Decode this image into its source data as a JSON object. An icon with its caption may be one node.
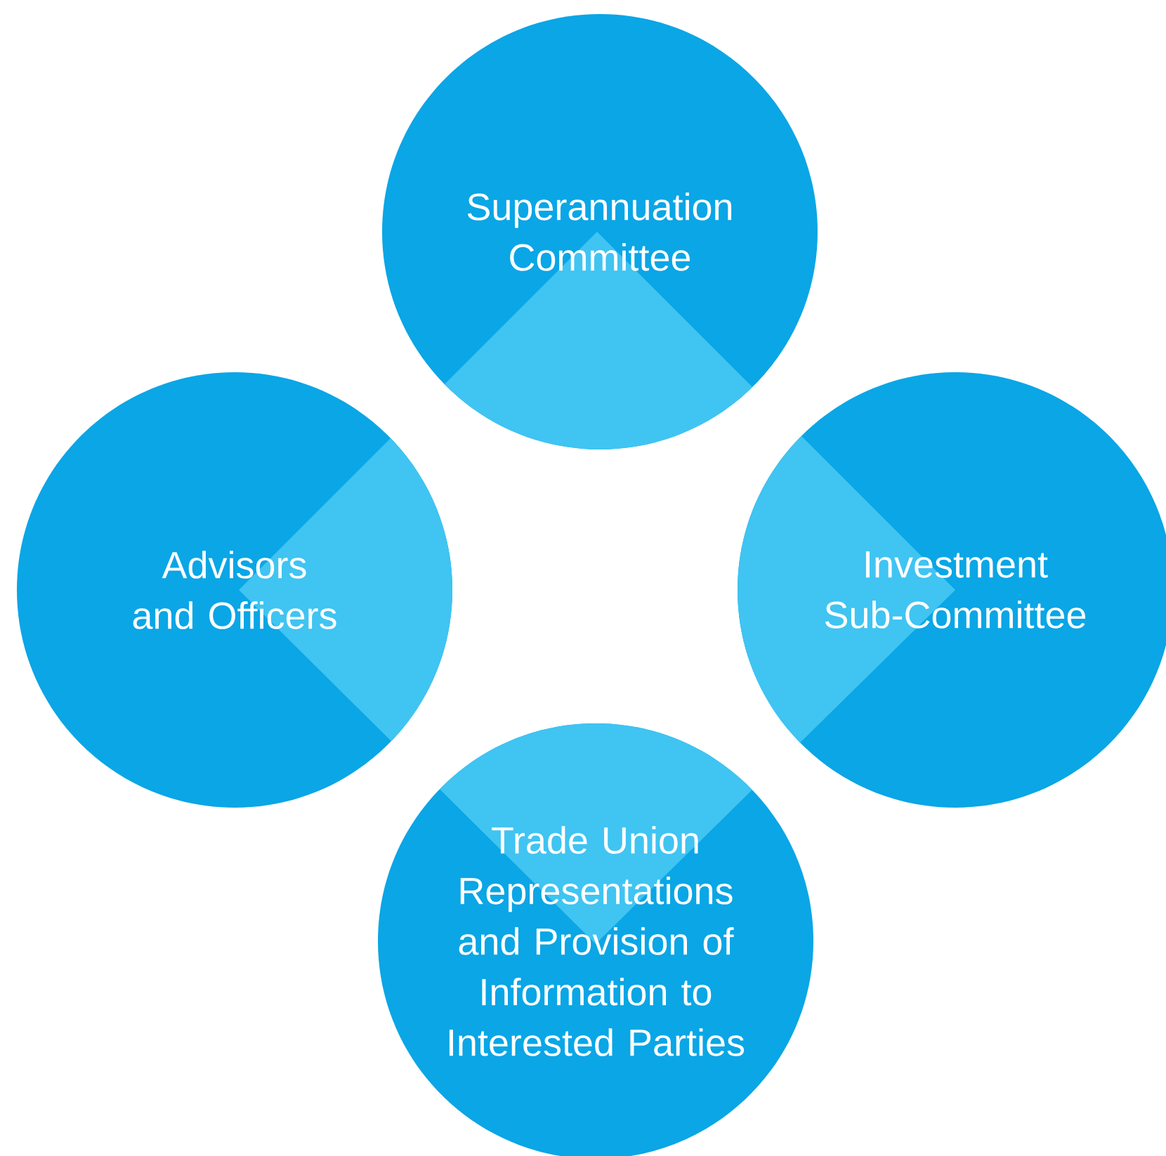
{
  "diagram": {
    "nodes": [
      {
        "text": [
          "Superannuation Committee"
        ]
      },
      {
        "text": [
          "Advisors and Officers"
        ]
      },
      {
        "text": [
          "Investment Sub-Committee"
        ]
      },
      {
        "text": [
          "Trade Union Representations and Provision of Information to Interested Parties"
        ]
      }
    ],
    "edges": []
  }
}
